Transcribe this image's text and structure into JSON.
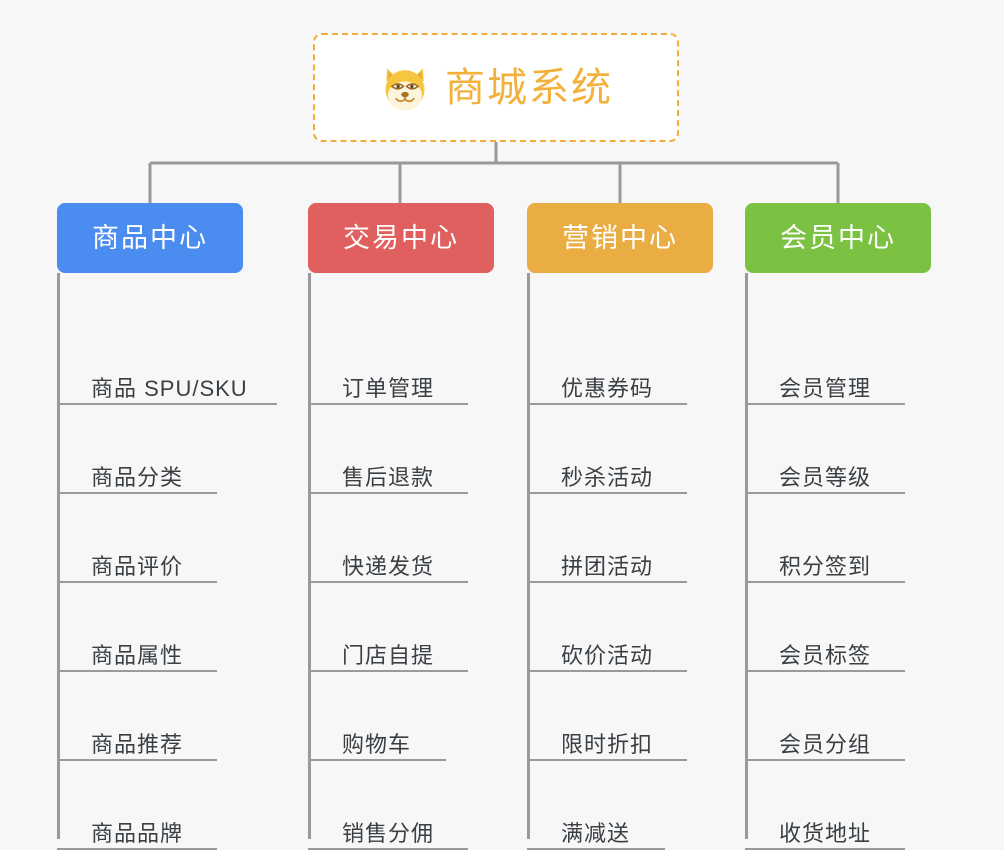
{
  "diagram": {
    "type": "mindmap",
    "background_color": "#f7f7f7",
    "root": {
      "title": "商城系统",
      "icon": "shiba-dog-face-emoji",
      "text_color": "#f3b13c",
      "border_color": "#f3ab3c",
      "border_style": "dashed",
      "background_color": "#ffffff"
    },
    "connector_color": "#9a9a9a",
    "branches": [
      {
        "label": "商品中心",
        "color": "#4a8cf0",
        "items": [
          "商品 SPU/SKU",
          "商品分类",
          "商品评价",
          "商品属性",
          "商品推荐",
          "商品品牌"
        ]
      },
      {
        "label": "交易中心",
        "color": "#e0605f",
        "items": [
          "订单管理",
          "售后退款",
          "快递发货",
          "门店自提",
          "购物车",
          "销售分佣"
        ]
      },
      {
        "label": "营销中心",
        "color": "#e9ad43",
        "items": [
          "优惠券码",
          "秒杀活动",
          "拼团活动",
          "砍价活动",
          "限时折扣",
          "满减送"
        ]
      },
      {
        "label": "会员中心",
        "color": "#7cc242",
        "items": [
          "会员管理",
          "会员等级",
          "积分签到",
          "会员标签",
          "会员分组",
          "收货地址"
        ]
      }
    ]
  }
}
